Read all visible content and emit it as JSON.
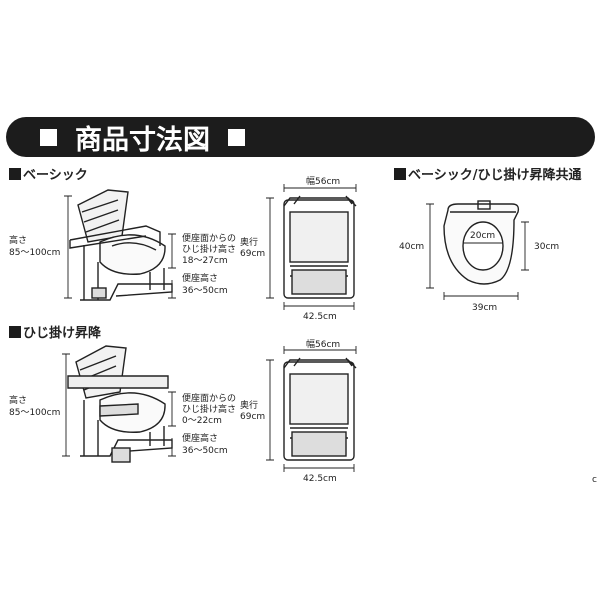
{
  "banner": {
    "title": "商品寸法図"
  },
  "sections": {
    "basic": "ベーシック",
    "lift": "ひじ掛け昇降",
    "common": "ベーシック/ひじ掛け昇降共通"
  },
  "basic": {
    "height_label": "高さ",
    "height_value": "85～100cm",
    "armrest_label_1": "便座面からの",
    "armrest_label_2": "ひじ掛け高さ",
    "armrest_value": "18～27cm",
    "seat_label": "便座高さ",
    "seat_value": "36～50cm",
    "width": "幅56cm",
    "depth_label": "奥行",
    "depth_value": "69cm",
    "base_width": "42.5cm"
  },
  "lift": {
    "height_label": "高さ",
    "height_value": "85～100cm",
    "armrest_label_1": "便座面からの",
    "armrest_label_2": "ひじ掛け高さ",
    "armrest_value": "0～22cm",
    "seat_label": "便座高さ",
    "seat_value": "36～50cm",
    "width": "幅56cm",
    "depth_label": "奥行",
    "depth_value": "69cm",
    "base_width": "42.5cm"
  },
  "seat": {
    "opening": "20cm",
    "length": "40cm",
    "opening_length": "30cm",
    "width": "39cm"
  },
  "footer_mark": "c"
}
